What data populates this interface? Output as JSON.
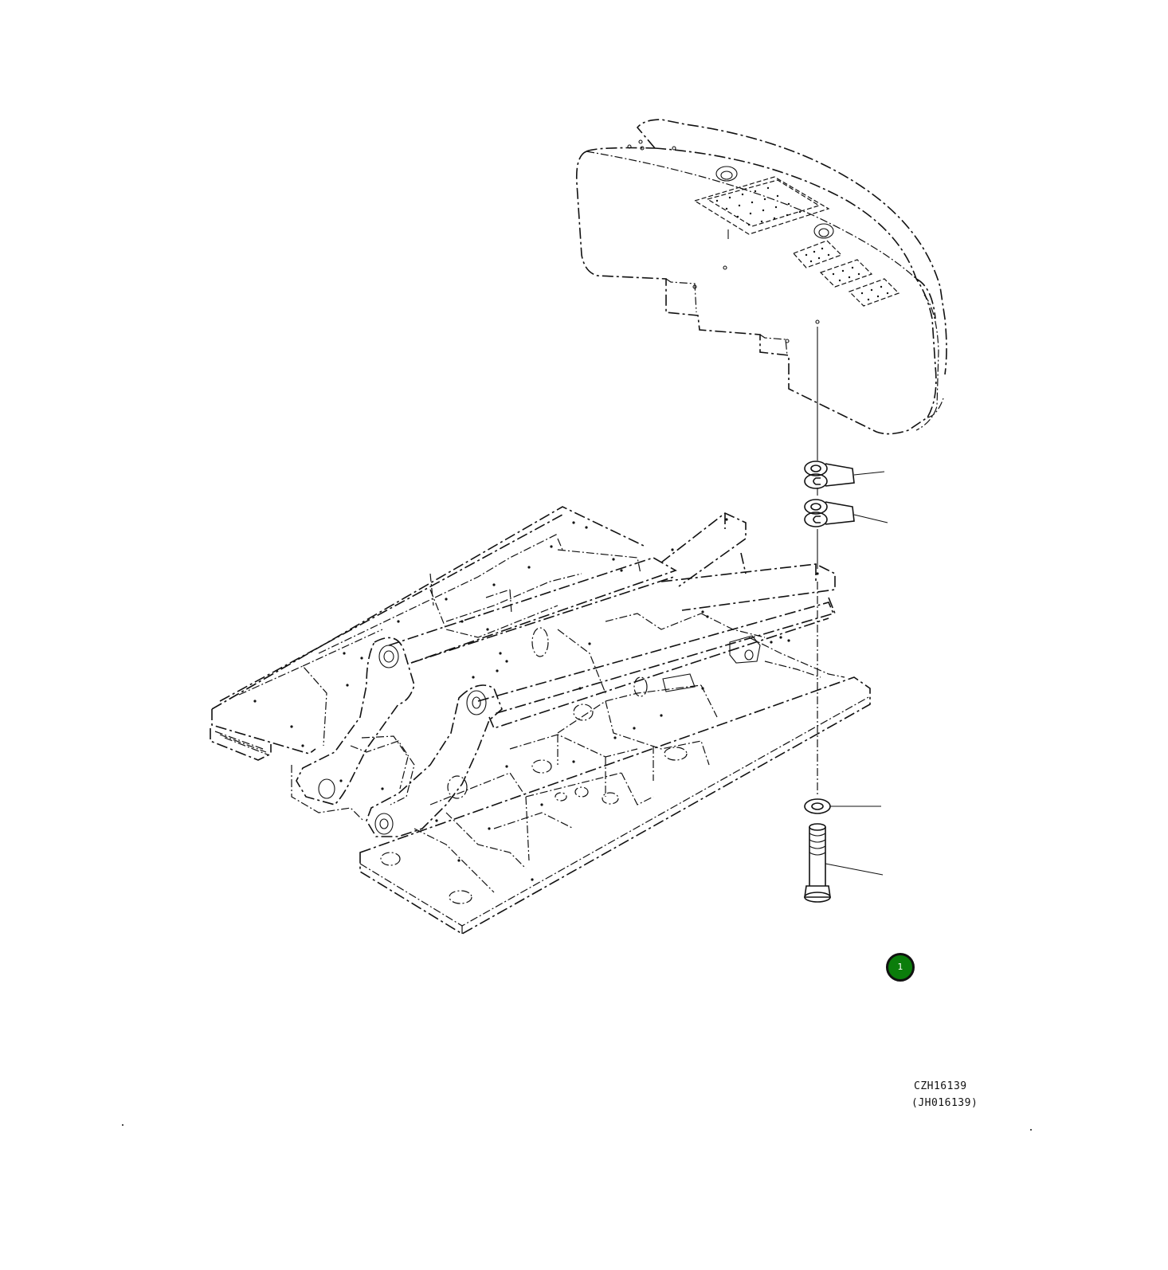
{
  "diagram": {
    "callout": {
      "number": "1",
      "color": "#0b7d0b"
    },
    "reference_code": "CZH16139",
    "reference_code_alt": "(JH016139)"
  }
}
